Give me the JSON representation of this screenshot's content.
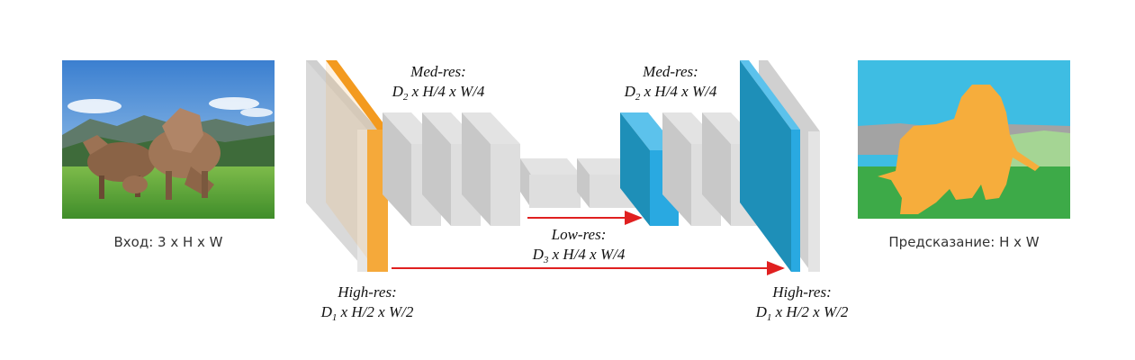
{
  "input_caption": "Вход: 3 x H x W",
  "output_caption": "Предсказание: H x W",
  "labels": {
    "med_left": {
      "title": "Med-res:",
      "d": "D",
      "sub": "2",
      "dims": " x H/4 x W/4"
    },
    "med_right": {
      "title": "Med-res:",
      "d": "D",
      "sub": "2",
      "dims": " x H/4 x W/4"
    },
    "low": {
      "title": "Low-res:",
      "d": "D",
      "sub": "3",
      "dims": " x H/4 x W/4"
    },
    "high_left": {
      "title": "High-res:",
      "d": "D",
      "sub": "1",
      "dims": " x H/2 x W/2"
    },
    "high_right": {
      "title": "High-res:",
      "d": "D",
      "sub": "1",
      "dims": " x H/2 x W/2"
    }
  },
  "colors": {
    "encoder_accent": "#f5a93a",
    "decoder_accent": "#29a9e1",
    "decoder_dark": "#1e8fb8",
    "block_gray": "#dcdcdc",
    "skip_arrow": "#e02020",
    "seg_sky": "#3ebde3",
    "seg_cow": "#f6ad3c",
    "seg_grass": "#3daa48",
    "seg_mountain": "#a3a3a3",
    "seg_trees": "#a5d594"
  }
}
